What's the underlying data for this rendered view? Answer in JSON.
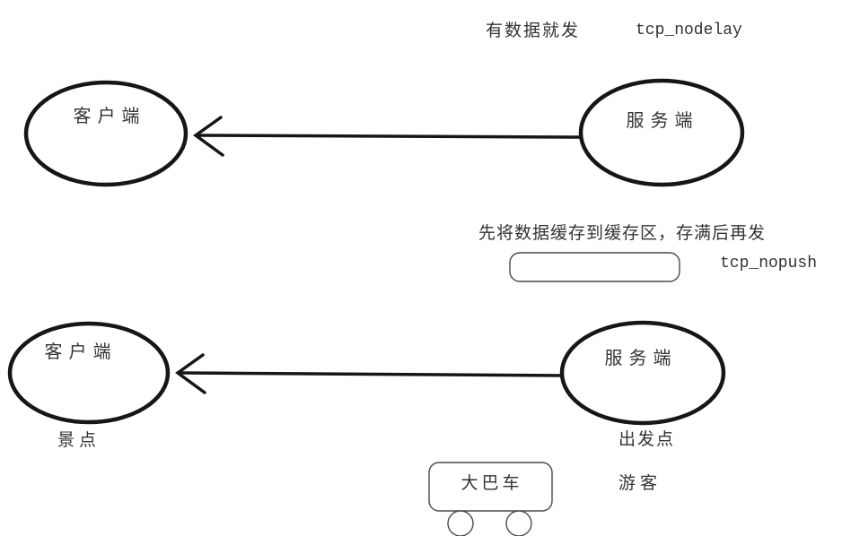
{
  "colors": {
    "background": "#ffffff",
    "ink_heavy": "#161616",
    "ink_light": "#4a4a4a",
    "text": "#333333"
  },
  "top_section": {
    "note": "有数据就发",
    "option": "tcp_nodelay",
    "client_label": "客户端",
    "server_label": "服务端",
    "arrow_direction": "server-to-client"
  },
  "middle_section": {
    "note": "先将数据缓存到缓存区，存满后再发",
    "option": "tcp_nopush"
  },
  "bottom_section": {
    "client_label": "客户端",
    "server_label": "服务端",
    "client_caption": "景点",
    "server_caption": "出发点",
    "bus_label": "大巴车",
    "tourists_label": "游客",
    "arrow_direction": "server-to-client"
  }
}
